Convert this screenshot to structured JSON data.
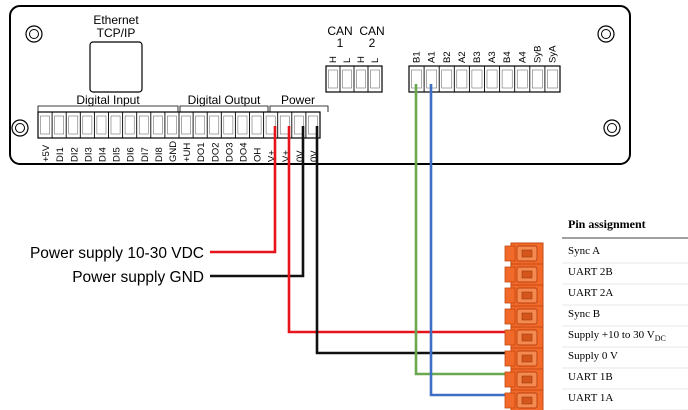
{
  "device": {
    "ethernet_label_line1": "Ethernet",
    "ethernet_label_line2": "TCP/IP",
    "can1_line1": "CAN",
    "can1_line2": "1",
    "can2_line1": "CAN",
    "can2_line2": "2",
    "can_pins": [
      "H",
      "L",
      "H",
      "L"
    ],
    "group_digital_input": "Digital Input",
    "group_digital_output": "Digital Output",
    "group_power": "Power",
    "terminal_pins": [
      "+5V",
      "DI1",
      "DI2",
      "DI3",
      "DI4",
      "DI5",
      "DI6",
      "DI7",
      "DI8",
      "GND",
      "+UH",
      "DO1",
      "DO2",
      "DO3",
      "DO4",
      "OH",
      "V+",
      "V+",
      "0V",
      "0V"
    ],
    "encoder_pins": [
      "B1",
      "A1",
      "B2",
      "A2",
      "B3",
      "A3",
      "B4",
      "A4",
      "SyB",
      "SyA"
    ]
  },
  "labels": {
    "power_supply": "Power supply 10-30 VDC",
    "power_gnd": "Power supply GND"
  },
  "pin_table": {
    "title": "Pin assignment",
    "rows": [
      {
        "text": "Sync A",
        "sub": ""
      },
      {
        "text": "UART 2B",
        "sub": ""
      },
      {
        "text": "UART 2A",
        "sub": ""
      },
      {
        "text": "Sync B",
        "sub": ""
      },
      {
        "text": "Supply +10 to 30 V",
        "sub": "DC"
      },
      {
        "text": "Supply 0 V",
        "sub": ""
      },
      {
        "text": "UART 1B",
        "sub": ""
      },
      {
        "text": "UART 1A",
        "sub": ""
      }
    ]
  },
  "colors": {
    "wire_red": "#e8141c",
    "wire_black": "#111111",
    "wire_green": "#6aa84f",
    "wire_blue": "#3d6fc4",
    "connector_orange": "#f26a2a"
  }
}
